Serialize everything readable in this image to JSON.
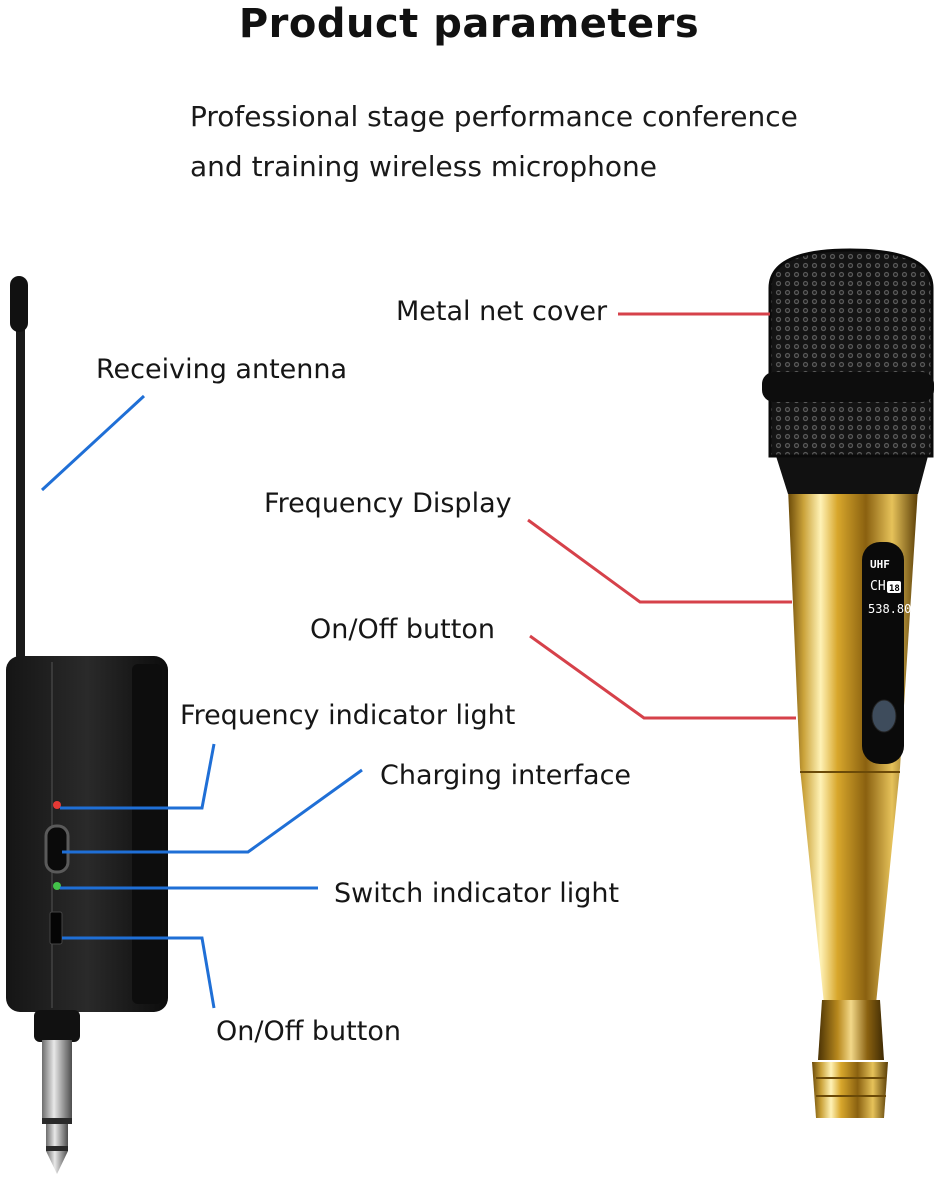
{
  "header": {
    "title": "Product parameters",
    "subtitle_line1": "Professional stage performance conference",
    "subtitle_line2": "and training wireless microphone"
  },
  "receiver": {
    "labels": {
      "antenna": "Receiving antenna",
      "frequency_light": "Frequency indicator light",
      "charging": "Charging interface",
      "switch_light": "Switch indicator light",
      "on_off": "On/Off button"
    }
  },
  "microphone": {
    "labels": {
      "net_cover": "Metal net cover",
      "freq_display": "Frequency Display",
      "on_off": "On/Off button"
    },
    "screen": {
      "band": "UHF",
      "channel_prefix": "CH",
      "channel": "18",
      "frequency": "538.80"
    }
  },
  "colors": {
    "receiver_leader": "#1f6fd6",
    "mic_leader": "#d6414a",
    "gold": "#c99a1d"
  }
}
